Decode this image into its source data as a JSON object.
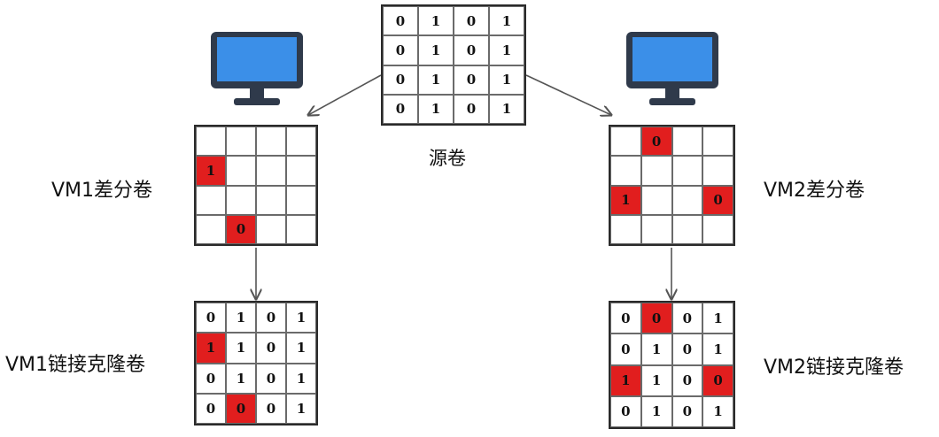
{
  "source": {
    "label": "源卷",
    "cells": [
      [
        0,
        1,
        0,
        1
      ],
      [
        0,
        1,
        0,
        1
      ],
      [
        0,
        1,
        0,
        1
      ],
      [
        0,
        1,
        0,
        1
      ]
    ]
  },
  "vm1_diff": {
    "label": "VM1差分卷",
    "cells": [
      [
        "",
        "",
        "",
        ""
      ],
      [
        "1",
        "",
        "",
        ""
      ],
      [
        "",
        "",
        "",
        ""
      ],
      [
        "",
        "0",
        "",
        ""
      ]
    ],
    "red": [
      [
        1,
        0
      ],
      [
        3,
        1
      ]
    ]
  },
  "vm2_diff": {
    "label": "VM2差分卷",
    "cells": [
      [
        "",
        "0",
        "",
        ""
      ],
      [
        "",
        "",
        "",
        ""
      ],
      [
        "1",
        "",
        "",
        "0"
      ],
      [
        "",
        "",
        "",
        ""
      ]
    ],
    "red": [
      [
        0,
        1
      ],
      [
        2,
        0
      ],
      [
        2,
        3
      ]
    ]
  },
  "vm1_clone": {
    "label": "VM1链接克隆卷",
    "cells": [
      [
        0,
        1,
        0,
        1
      ],
      [
        1,
        1,
        0,
        1
      ],
      [
        0,
        1,
        0,
        1
      ],
      [
        0,
        0,
        0,
        1
      ]
    ],
    "red": [
      [
        1,
        0
      ],
      [
        3,
        1
      ]
    ]
  },
  "vm2_clone": {
    "label": "VM2链接克隆卷",
    "cells": [
      [
        0,
        0,
        0,
        1
      ],
      [
        0,
        1,
        0,
        1
      ],
      [
        1,
        1,
        0,
        0
      ],
      [
        0,
        1,
        0,
        1
      ]
    ],
    "red": [
      [
        0,
        1
      ],
      [
        2,
        0
      ],
      [
        2,
        3
      ]
    ]
  },
  "colors": {
    "highlight": "#e11e1e",
    "screen": "#3b8fe8",
    "monitor_body": "#2f3a4b"
  }
}
